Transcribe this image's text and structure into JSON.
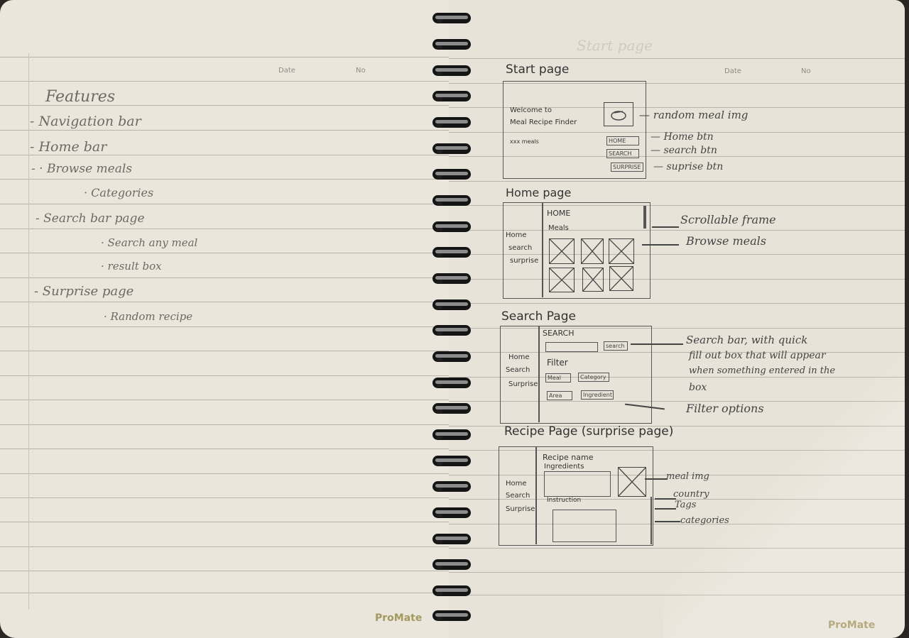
{
  "notebook": {
    "brand": "ProMate",
    "header_date": "Date",
    "header_no_left": "No",
    "header_no_right": "No"
  },
  "left_page": {
    "title": "Features",
    "lines": [
      "- Navigation bar",
      "- Home bar",
      "- · Browse meals",
      "· Categories",
      "- Search bar page",
      "· Search any meal",
      "· result box",
      "- Surprise page",
      "· Random recipe"
    ]
  },
  "right_page": {
    "faint_title": "Start page",
    "start_page": {
      "heading": "Start page",
      "welcome_line1": "Welcome to",
      "welcome_line2": "Meal Recipe Finder",
      "small_text": "xxx meals",
      "btn_home": "HOME",
      "btn_search": "SEARCH",
      "btn_surprise": "SURPRISE",
      "ann_img": "— random meal img",
      "ann_home": "— Home btn",
      "ann_search": "— search btn",
      "ann_surprise": "— suprise btn"
    },
    "home_page": {
      "heading": "Home page",
      "nav": [
        "Home",
        "search",
        "surprise"
      ],
      "title": "HOME",
      "subtitle": "Meals",
      "ann_scroll": "Scrollable frame",
      "ann_browse": "Browse meals"
    },
    "search_page": {
      "heading": "Search Page",
      "nav": [
        "Home",
        "Search",
        "Surprise"
      ],
      "title": "SEARCH",
      "search_btn": "search",
      "filter_label": "Filter",
      "filters": [
        "Meal",
        "Category",
        "Area",
        "Ingredient"
      ],
      "ann_bar_1": "Search bar, with quick",
      "ann_bar_2": "fill out box that will appear",
      "ann_bar_3": "when something entered in the",
      "ann_bar_4": "box",
      "ann_filter": "Filter options"
    },
    "recipe_page": {
      "heading": "Recipe Page (surprise page)",
      "nav": [
        "Home",
        "Search",
        "Surprise"
      ],
      "recipe_name": "Recipe name",
      "ingredients": "Ingredients",
      "instructions": "Instruction",
      "ann_img": "meal img",
      "ann_country": "country",
      "ann_tags": "Tags",
      "ann_categories": "categories"
    }
  },
  "colors": {
    "paper_left": "#ebe6dc",
    "paper_right": "#e8e3d8",
    "rule_line": "#b9b4aa",
    "pencil": "#6e6a63",
    "ink": "#333333",
    "brand": "#a39a62"
  }
}
